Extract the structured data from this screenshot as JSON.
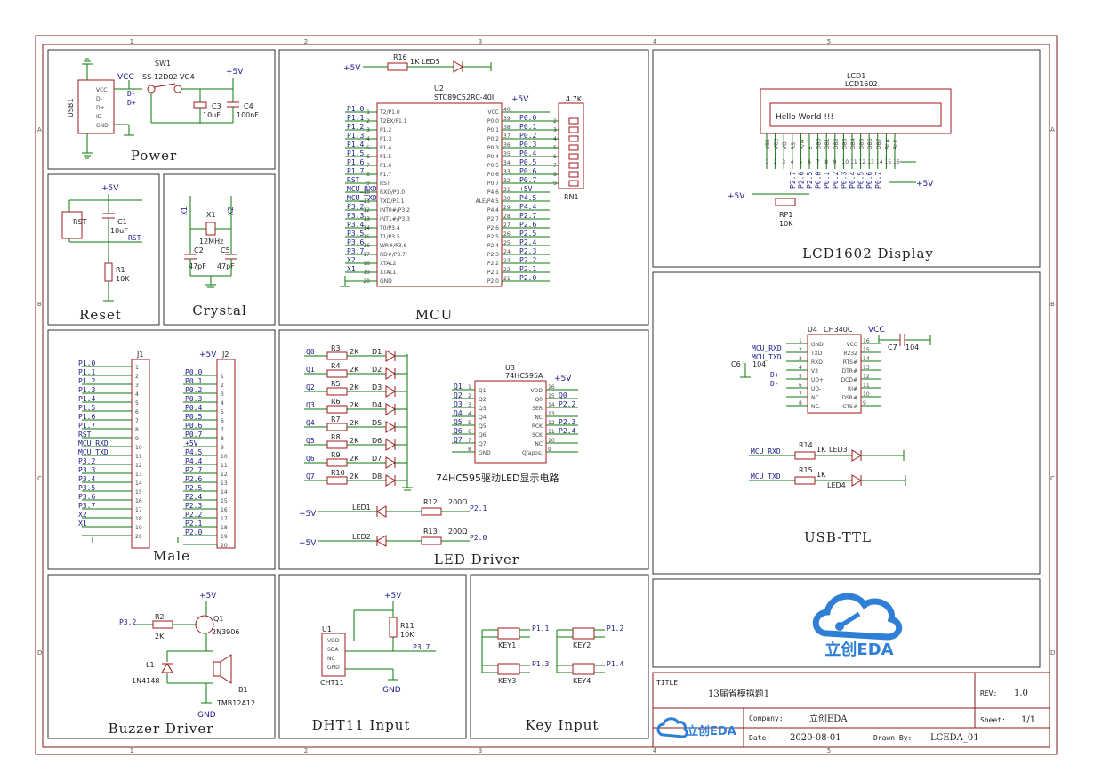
{
  "grid": {
    "cols": [
      "1",
      "2",
      "3",
      "4",
      "5"
    ],
    "rows": [
      "A",
      "B",
      "C",
      "D"
    ]
  },
  "panels": {
    "power": "Power",
    "mcu": "MCU",
    "lcd": "LCD1602 Display",
    "reset": "Reset",
    "crystal": "Crystal",
    "male": "Male",
    "led_driver": "LED Driver",
    "usb_ttl": "USB-TTL",
    "buzzer": "Buzzer Driver",
    "dht11": "DHT11 Input",
    "key": "Key Input"
  },
  "power": {
    "usb": "USB1",
    "usb_pins": [
      "VCC",
      "D-",
      "D+",
      "ID",
      "GND"
    ],
    "sw": "SW1",
    "sw_part": "SS-12D02-VG4",
    "vcc": "VCC",
    "plus5": "+5V",
    "c3": "C3",
    "c3_val": "10uF",
    "c4": "C4",
    "c4_val": "100nF",
    "dminus": "D-",
    "dplus": "D+"
  },
  "reset": {
    "plus5": "+5V",
    "c1": "C1",
    "c1_val": "10uF",
    "sw": "RST",
    "net": "RST",
    "r1": "R1",
    "r1_val": "10K"
  },
  "crystal": {
    "x1net": "X1",
    "x2net": "X2",
    "x1": "X1",
    "freq": "12MHz",
    "c2": "C2",
    "c5": "C5",
    "c2_val": "47pF",
    "c5_val": "47pF"
  },
  "mcu": {
    "r16": "R16",
    "r16_val": "1K",
    "led5": "LED5",
    "plus5": "+5V",
    "u2": "U2",
    "u2_part": "STC89C52RC-40I",
    "rn1": "RN1",
    "rn_val": "4.7K",
    "left_pins": [
      "T2/P1.0",
      "T2EX/P1.1",
      "P1.2",
      "P1.3",
      "P1.4",
      "P1.5",
      "P1.6",
      "P1.7",
      "RST",
      "RXD/P3.0",
      "TXD/P3.1",
      "INT0#/P3.2",
      "INT1#/P3.3",
      "T0/P3.4",
      "T1/P3.5",
      "WR#/P3.6",
      "RD#/P3.7",
      "XTAL2",
      "XTAL1",
      "GND"
    ],
    "left_nets": [
      "P1.0",
      "P1.1",
      "P1.2",
      "P1.3",
      "P1.4",
      "P1.5",
      "P1.6",
      "P1.7",
      "RST",
      "MCU_RXD",
      "MCU_TXD",
      "P3.2",
      "P3.3",
      "P3.4",
      "P3.5",
      "P3.6",
      "P3.7",
      "X2",
      "X1",
      ""
    ],
    "right_pins": [
      "VCC",
      "P0.0",
      "P0.1",
      "P0.2",
      "P0.3",
      "P0.4",
      "P0.5",
      "P0.6",
      "P0.7",
      "P4.6",
      "ALE/P4.5",
      "P4.4",
      "P2.7",
      "P2.6",
      "P2.5",
      "P2.4",
      "P2.3",
      "P2.2",
      "P2.1",
      "P2.0"
    ],
    "right_nets": [
      "",
      "P0.0",
      "P0.1",
      "P0.2",
      "P0.3",
      "P0.4",
      "P0.5",
      "P0.6",
      "P0.7",
      "+5V",
      "P4.5",
      "P4.4",
      "P2.7",
      "P2.6",
      "P2.5",
      "P2.4",
      "P2.3",
      "P2.2",
      "P2.1",
      "P2.0"
    ]
  },
  "lcd": {
    "ref": "LCD1",
    "part": "LCD1602",
    "text": "Hello World !!!",
    "pins": [
      "VSS",
      "VCC",
      "VO",
      "RS",
      "R/W",
      "E",
      "DB0",
      "DB1",
      "DB2",
      "DB3",
      "DB4",
      "DB5",
      "DB6",
      "DB7",
      "BLA",
      "BLK"
    ],
    "nets": [
      "P2.7",
      "P2.6",
      "P2.5",
      "P0.0",
      "P0.1",
      "P0.2",
      "P0.3",
      "P0.4",
      "P0.5",
      "P0.6",
      "P0.7"
    ],
    "plus5": "+5V",
    "rp1": "RP1",
    "rp_val": "10K"
  },
  "male": {
    "j1": "J1",
    "j2": "J2",
    "plus5": "+5V",
    "j1_nets": [
      "P1.0",
      "P1.1",
      "P1.2",
      "P1.3",
      "P1.4",
      "P1.5",
      "P1.6",
      "P1.7",
      "RST",
      "MCU_RXD",
      "MCU_TXD",
      "P3.2",
      "P3.3",
      "P3.4",
      "P3.5",
      "P3.6",
      "P3.7",
      "X2",
      "X1",
      ""
    ],
    "j2_nets": [
      "P0.0",
      "P0.1",
      "P0.2",
      "P0.3",
      "P0.4",
      "P0.5",
      "P0.6",
      "P0.7",
      "+5V",
      "P4.5",
      "P4.4",
      "P2.7",
      "P2.6",
      "P2.5",
      "P2.4",
      "P2.3",
      "P2.2",
      "P2.1",
      "P2.0",
      ""
    ]
  },
  "led_driver": {
    "q": [
      "Q0",
      "Q1",
      "Q2",
      "Q3",
      "Q4",
      "Q5",
      "Q6",
      "Q7"
    ],
    "r": [
      "R3",
      "R4",
      "R5",
      "R6",
      "R7",
      "R8",
      "R9",
      "R10"
    ],
    "rval": "2K",
    "d": [
      "D1",
      "D2",
      "D3",
      "D4",
      "D5",
      "D6",
      "D7",
      "D8"
    ],
    "u3": "U3",
    "u3_part": "74HC595A",
    "u3_left": [
      "Q1",
      "Q2",
      "Q3",
      "Q4",
      "Q5",
      "Q6",
      "Q7",
      "GND"
    ],
    "u3_right": [
      "VDD",
      "Q0",
      "SER",
      "NC",
      "RCK",
      "SCK",
      "NC",
      "Q/apos;"
    ],
    "u3_right_nets": [
      "",
      "Q0",
      "P2.2",
      "",
      "P2.3",
      "P2.4",
      "",
      ""
    ],
    "caption": "74HC595驱动LED显示电路",
    "led1": "LED1",
    "led2": "LED2",
    "r12": "R12",
    "r13": "R13",
    "rv": "200Ω",
    "p21": "P2.1",
    "p20": "P2.0",
    "plus5": "+5V"
  },
  "usb_ttl": {
    "u4": "U4",
    "u4_part": "CH340C",
    "left_pins": [
      "GND",
      "TXD",
      "RXD",
      "V3",
      "UD+",
      "UD-",
      "NC.",
      "NC."
    ],
    "right_pins": [
      "VCC",
      "R232",
      "RTS#",
      "DTR#",
      "DCD#",
      "RI#",
      "DSR#",
      "CTS#"
    ],
    "vcc": "VCC",
    "c7": "C7",
    "c7_val": "104",
    "c6": "C6",
    "c6_val": "104",
    "rxd": "MCU_RXD",
    "txd": "MCU_TXD",
    "dplus": "D+",
    "dminus": "D-",
    "r14": "R14",
    "r15": "R15",
    "rv": "1K",
    "led3": "LED3",
    "led4": "LED4"
  },
  "buzzer": {
    "plus5": "+5V",
    "r2": "R2",
    "r2_val": "2K",
    "net": "P3.2",
    "q1": "Q1",
    "q1_part": "2N3906",
    "l1": "L1",
    "l1_part": "1N4148",
    "b1": "B1",
    "b1_part": "TMB12A12",
    "gnd": "GND"
  },
  "dht11": {
    "plus5": "+5V",
    "u1": "U1",
    "u1_part": "CHT11",
    "pins": [
      "VDD",
      "SDA",
      "NC",
      "GND"
    ],
    "r11": "R11",
    "r11_val": "10K",
    "net": "P3.7",
    "gnd": "GND"
  },
  "key": {
    "keys": [
      "KEY1",
      "KEY2",
      "KEY3",
      "KEY4"
    ],
    "nets": [
      "P1.1",
      "P1.2",
      "P1.3",
      "P1.4"
    ]
  },
  "titleblock": {
    "title_label": "TITLE:",
    "title": "13届省模拟题1",
    "rev_label": "REV:",
    "rev": "1.0",
    "company_label": "Company:",
    "company": "立创EDA",
    "sheet_label": "Sheet:",
    "sheet": "1/1",
    "date_label": "Date:",
    "date": "2020-08-01",
    "drawn_label": "Drawn By:",
    "drawn": "LCEDA_01",
    "brand": "立创EDA",
    "logo_text": "立创EDA"
  }
}
